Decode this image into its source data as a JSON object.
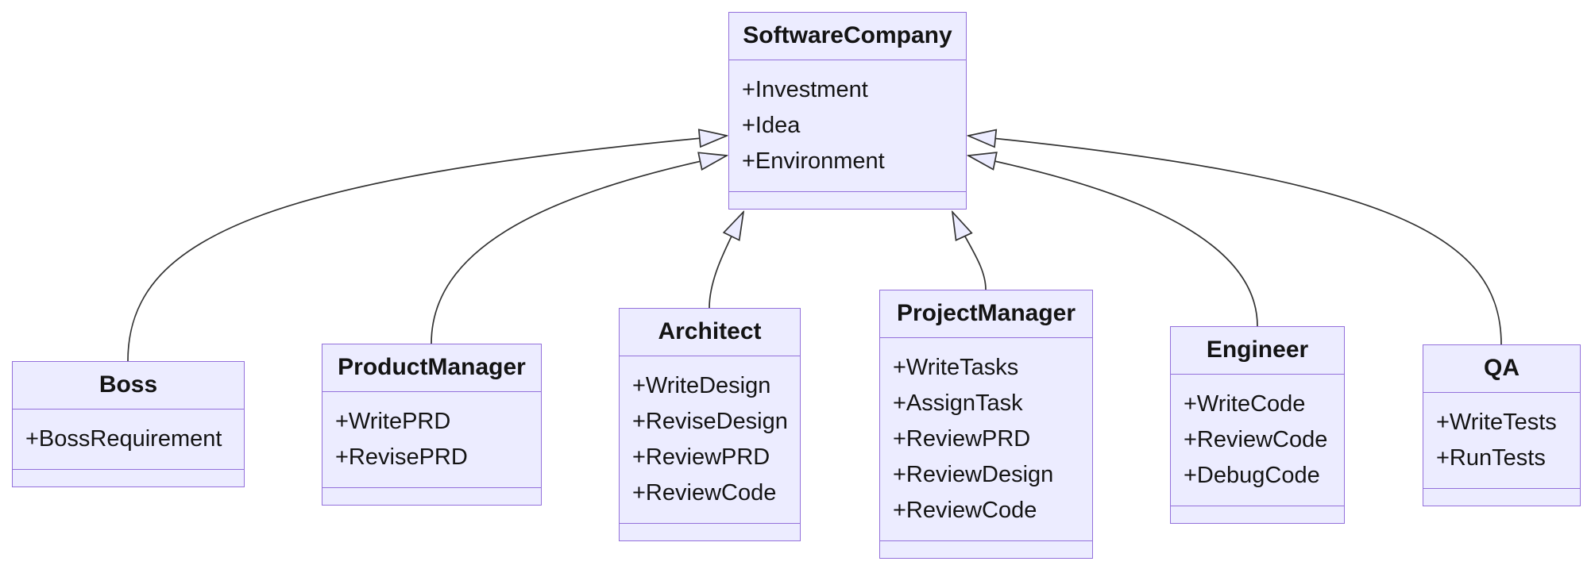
{
  "diagram": {
    "type": "uml-class-diagram",
    "classes": [
      {
        "name": "SoftwareCompany",
        "members": [
          "+Investment",
          "+Idea",
          "+Environment"
        ]
      },
      {
        "name": "Boss",
        "members": [
          "+BossRequirement"
        ]
      },
      {
        "name": "ProductManager",
        "members": [
          "+WritePRD",
          "+RevisePRD"
        ]
      },
      {
        "name": "Architect",
        "members": [
          "+WriteDesign",
          "+ReviseDesign",
          "+ReviewPRD",
          "+ReviewCode"
        ]
      },
      {
        "name": "ProjectManager",
        "members": [
          "+WriteTasks",
          "+AssignTask",
          "+ReviewPRD",
          "+ReviewDesign",
          "+ReviewCode"
        ]
      },
      {
        "name": "Engineer",
        "members": [
          "+WriteCode",
          "+ReviewCode",
          "+DebugCode"
        ]
      },
      {
        "name": "QA",
        "members": [
          "+WriteTests",
          "+RunTests"
        ]
      }
    ],
    "relations": [
      {
        "from": "Boss",
        "to": "SoftwareCompany",
        "type": "inheritance"
      },
      {
        "from": "ProductManager",
        "to": "SoftwareCompany",
        "type": "inheritance"
      },
      {
        "from": "Architect",
        "to": "SoftwareCompany",
        "type": "inheritance"
      },
      {
        "from": "ProjectManager",
        "to": "SoftwareCompany",
        "type": "inheritance"
      },
      {
        "from": "Engineer",
        "to": "SoftwareCompany",
        "type": "inheritance"
      },
      {
        "from": "QA",
        "to": "SoftwareCompany",
        "type": "inheritance"
      }
    ],
    "colors": {
      "node_fill": "#ECECFF",
      "node_border": "#9370DB",
      "edge_stroke": "#333333",
      "text": "#141414",
      "background": "#FFFFFF"
    }
  }
}
